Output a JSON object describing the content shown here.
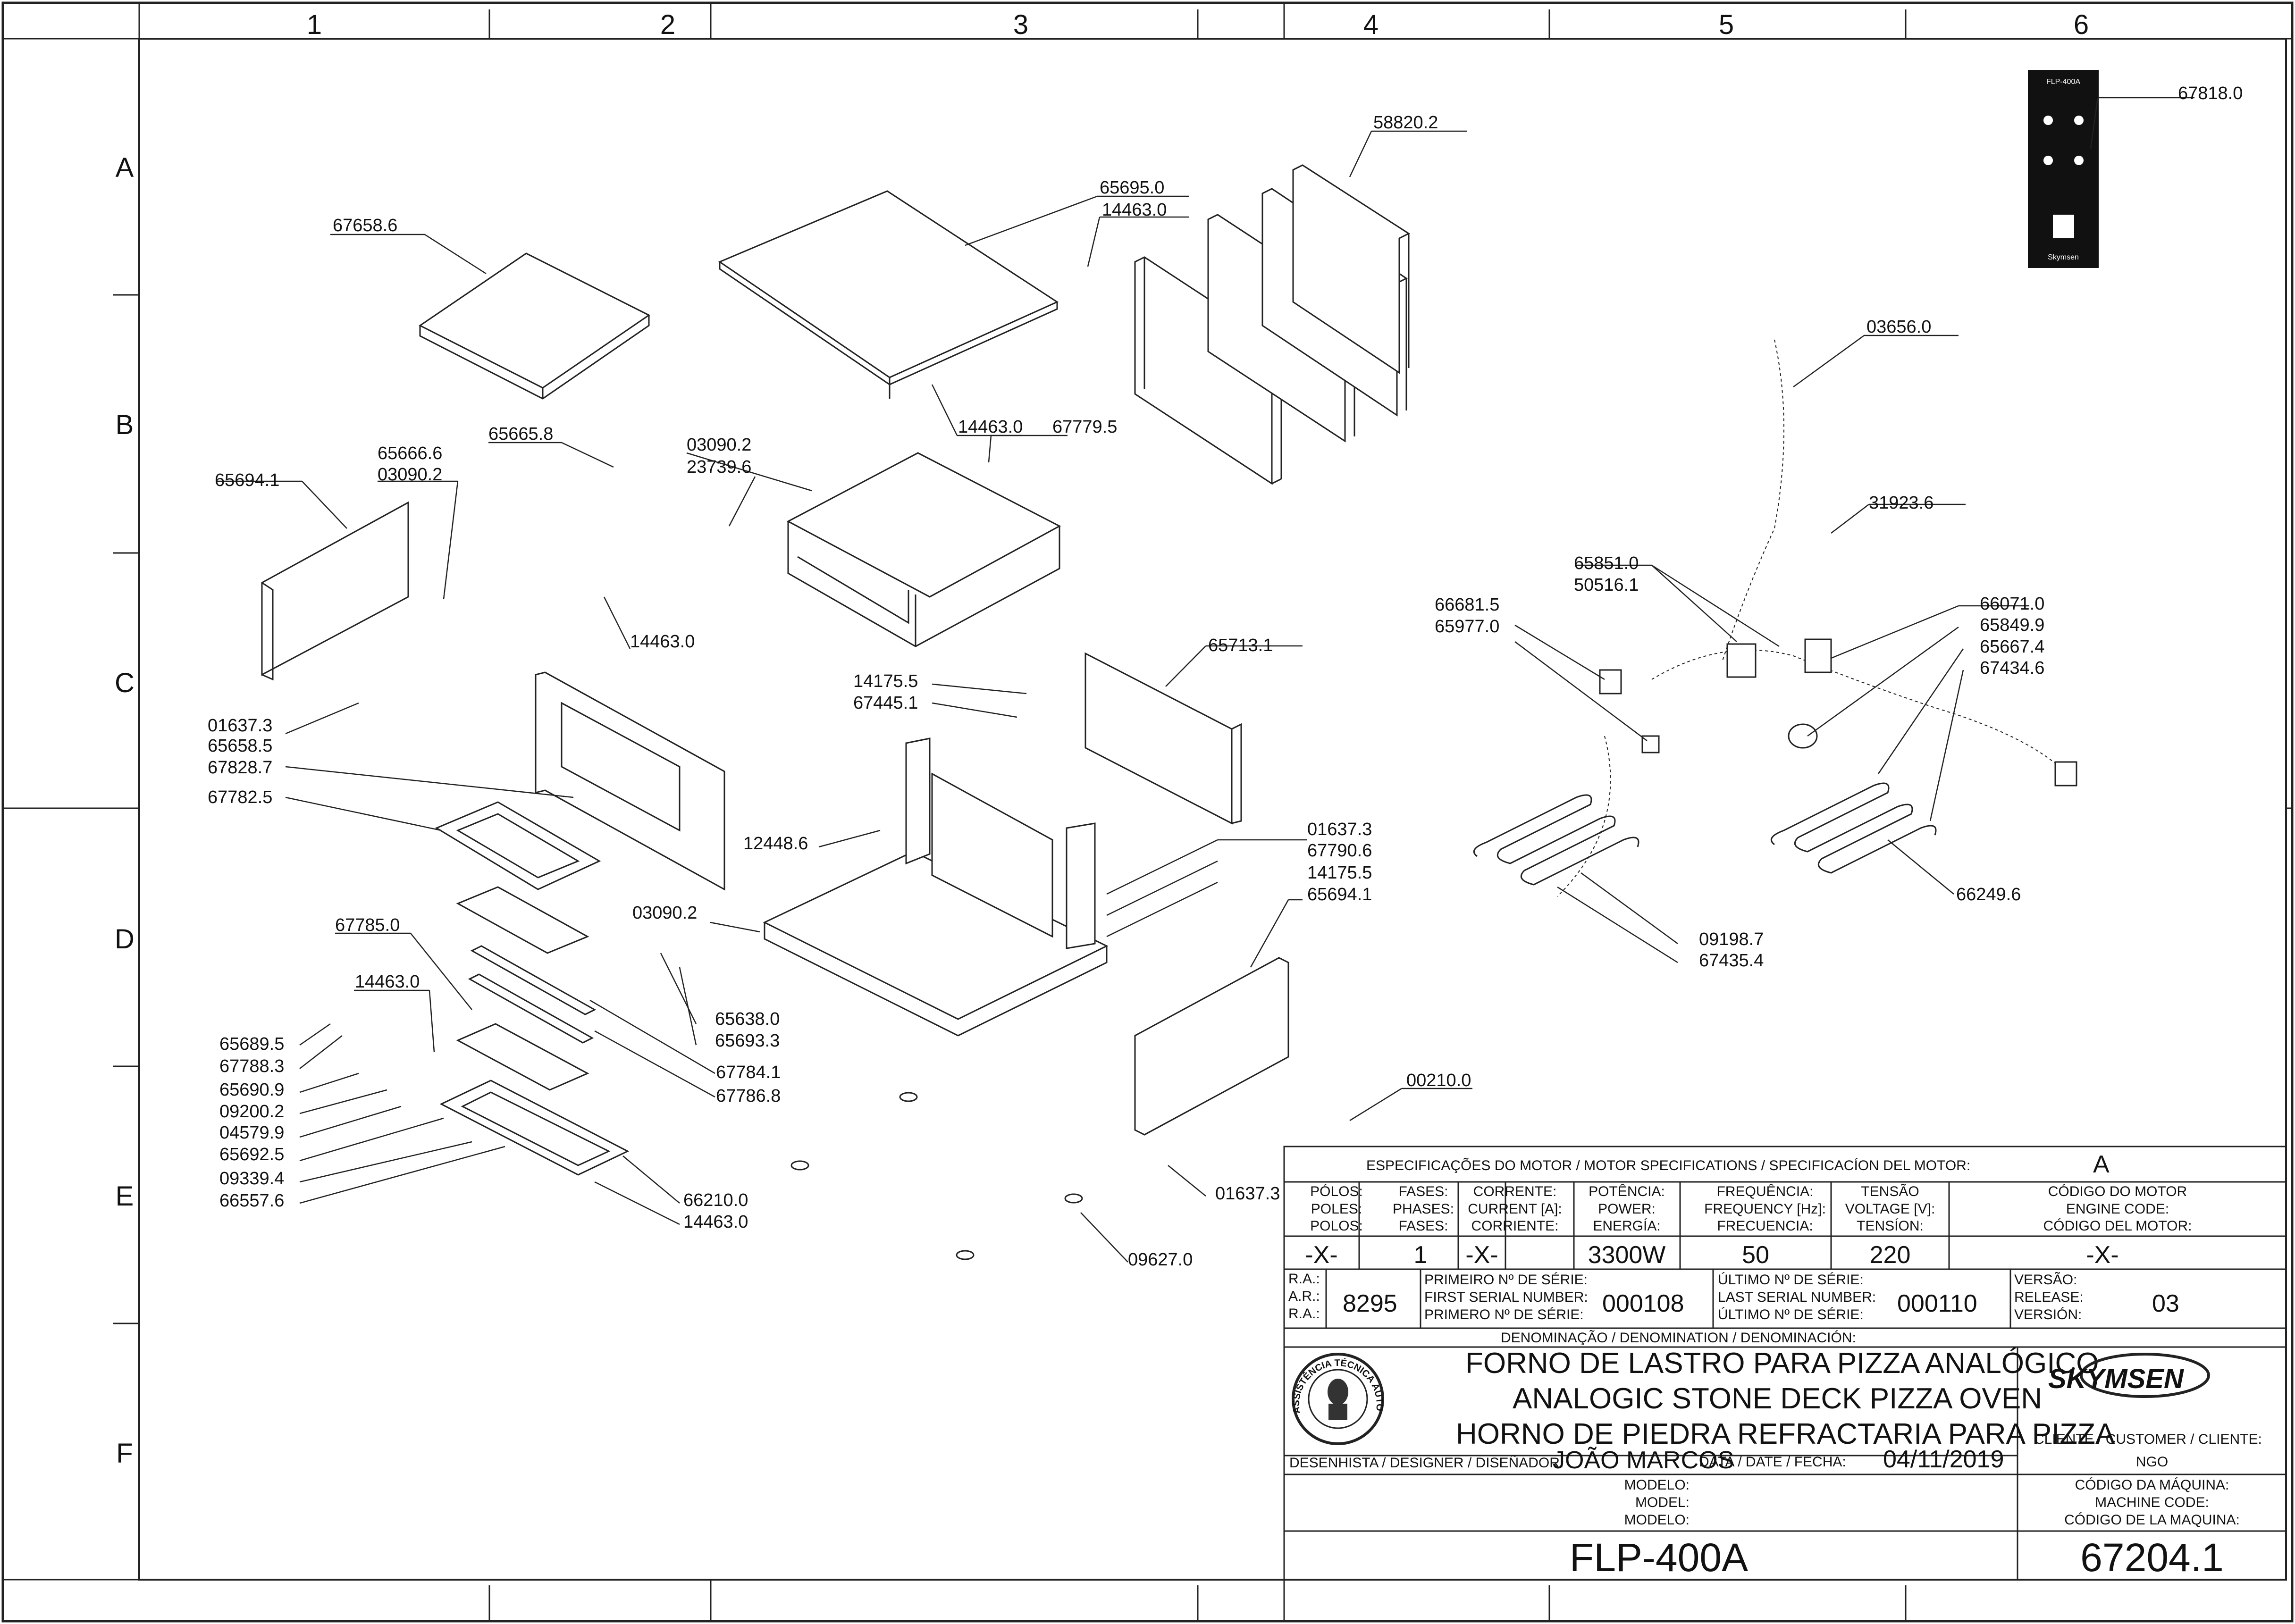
{
  "grid": {
    "columns": [
      "1",
      "2",
      "3",
      "4",
      "5",
      "6"
    ],
    "rows": [
      "A",
      "B",
      "C",
      "D",
      "E",
      "F"
    ]
  },
  "part_labels": [
    "58820.2",
    "67818.0",
    "65695.0",
    "14463.0",
    "67658.6",
    "03656.0",
    "14463.0",
    "67779.5",
    "65665.8",
    "03090.2",
    "23739.6",
    "65666.6",
    "03090.2",
    "65694.1",
    "31923.6",
    "65851.0",
    "50516.1",
    "66681.5",
    "65977.0",
    "66071.0",
    "65849.9",
    "65667.4",
    "67434.6",
    "14463.0",
    "65713.1",
    "14175.5",
    "67445.1",
    "01637.3",
    "65658.5",
    "67828.7",
    "67782.5",
    "12448.6",
    "01637.3",
    "67790.6",
    "14175.5",
    "65694.1",
    "03090.2",
    "67785.0",
    "14463.0",
    "65638.0",
    "65693.3",
    "67784.1",
    "67786.8",
    "65689.5",
    "67788.3",
    "65690.9",
    "09200.2",
    "04579.9",
    "65692.5",
    "09339.4",
    "66557.6",
    "66210.0",
    "14463.0",
    "00210.0",
    "01637.3",
    "09627.0",
    "09198.7",
    "67435.4",
    "66249.6"
  ],
  "panel": {
    "model_tag": "FLP-400A",
    "brand": "Skymsen"
  },
  "title_block": {
    "motor_spec_header": "ESPECIFICAÇÕES DO MOTOR / MOTOR SPECIFICATIONS / SPECIFICACÍON DEL MOTOR:",
    "motor_spec_rev": "A",
    "poles_label": [
      "PÓLOS:",
      "POLES:",
      "POLOS:"
    ],
    "phases_label": [
      "FASES:",
      "PHASES:",
      "FASES:"
    ],
    "current_label": [
      "CORRENTE:",
      "CURRENT [A]:",
      "CORRIENTE:"
    ],
    "power_label": [
      "POTÊNCIA:",
      "POWER:",
      "ENERGÍA:"
    ],
    "frequency_label": [
      "FREQUÊNCIA:",
      "FREQUENCY [Hz]:",
      "FRECUENCIA:"
    ],
    "voltage_label": [
      "TENSÃO",
      "VOLTAGE [V]:",
      "TENSÍON:"
    ],
    "motor_code_label": [
      "CÓDIGO DO MOTOR",
      "ENGINE CODE:",
      "CÓDIGO DEL MOTOR:"
    ],
    "poles": "-X-",
    "phases": "1",
    "current": "-X-",
    "power": "3300W",
    "frequency": "50",
    "voltage": "220",
    "motor_code": "-X-",
    "ra_label": [
      "R.A.:",
      "A.R.:",
      "R.A.:"
    ],
    "ra": "8295",
    "first_serial_label": [
      "PRIMEIRO Nº DE SÉRIE:",
      "FIRST SERIAL NUMBER:",
      "PRIMERO Nº DE SÉRIE:"
    ],
    "first_serial": "000108",
    "last_serial_label": [
      "ÚLTIMO Nº DE SÉRIE:",
      "LAST SERIAL NUMBER:",
      "ÚLTIMO Nº DE SÉRIE:"
    ],
    "last_serial": "000110",
    "version_label": [
      "VERSÃO:",
      "RELEASE:",
      "VERSIÓN:"
    ],
    "version": "03",
    "denomination_label": "DENOMINAÇÃO / DENOMINATION / DENOMINACIÓN:",
    "names": [
      "FORNO DE LASTRO PARA PIZZA ANALÓGICO",
      "ANALOGIC STONE DECK PIZZA OVEN",
      "HORNO DE PIEDRA REFRACTARIA PARA PIZZA"
    ],
    "seal_text": "ASSISTÊNCIA TÉCNICA AUTORIZADA",
    "brand": "SKYMSEN",
    "designer_label": "DESENHISTA / DESIGNER / DISEÑADOR:",
    "designer": "JOÃO MARCOS",
    "date_label": "DATA / DATE / FECHA:",
    "date": "04/11/2019",
    "customer_label": "CLIENTE / CUSTOMER / CLIENTE:",
    "customer": "NGO",
    "model_label": [
      "MODELO:",
      "MODEL:",
      "MODELO:"
    ],
    "model": "FLP-400A",
    "machine_code_label": [
      "CÓDIGO DA MÁQUINA:",
      "MACHINE CODE:",
      "CÓDIGO DE LA MAQUINA:"
    ],
    "machine_code": "67204.1"
  }
}
